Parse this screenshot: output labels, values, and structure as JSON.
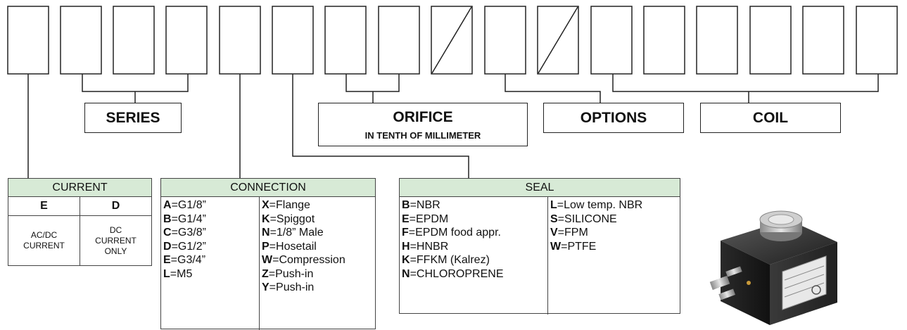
{
  "groups": {
    "series": "SERIES",
    "orifice": "ORIFICE",
    "orifice_sub": "IN TENTH OF MILLIMETER",
    "options": "OPTIONS",
    "coil": "COIL"
  },
  "current": {
    "title": "CURRENT",
    "codes": [
      "E",
      "D"
    ],
    "descriptions": [
      [
        "AC/DC",
        "CURRENT"
      ],
      [
        "DC",
        "CURRENT",
        "ONLY"
      ]
    ]
  },
  "connection": {
    "title": "CONNECTION",
    "col1": [
      {
        "code": "A",
        "text": "=G1/8”"
      },
      {
        "code": "B",
        "text": "=G1/4”"
      },
      {
        "code": "C",
        "text": "=G3/8”"
      },
      {
        "code": "D",
        "text": "=G1/2”"
      },
      {
        "code": "E",
        "text": "=G3/4”"
      },
      {
        "code": "L",
        "text": "=M5"
      }
    ],
    "col2": [
      {
        "code": "X",
        "text": "=Flange"
      },
      {
        "code": "K",
        "text": "=Spiggot"
      },
      {
        "code": "N",
        "text": "=1/8” Male"
      },
      {
        "code": "P",
        "text": "=Hosetail"
      },
      {
        "code": "W",
        "text": "=Compression"
      },
      {
        "code": "Z",
        "text": "=Push-in"
      },
      {
        "code": "Y",
        "text": "=Push-in"
      }
    ]
  },
  "seal": {
    "title": "SEAL",
    "col1": [
      {
        "code": "B",
        "text": "=NBR"
      },
      {
        "code": "E",
        "text": "=EPDM"
      },
      {
        "code": "F",
        "text": "=EPDM food appr."
      },
      {
        "code": "H",
        "text": "=HNBR"
      },
      {
        "code": "K",
        "text": "=FFKM (Kalrez)"
      },
      {
        "code": "N",
        "text": "=CHLOROPRENE"
      }
    ],
    "col2": [
      {
        "code": "L",
        "text": "=Low temp. NBR"
      },
      {
        "code": "S",
        "text": "=SILICONE"
      },
      {
        "code": "V",
        "text": "=FPM"
      },
      {
        "code": "W",
        "text": "=PTFE"
      }
    ]
  },
  "colors": {
    "table_header": "#d7ead6",
    "line": "#222222"
  },
  "product_photo": {
    "icon": "solenoid-coil-photo"
  }
}
